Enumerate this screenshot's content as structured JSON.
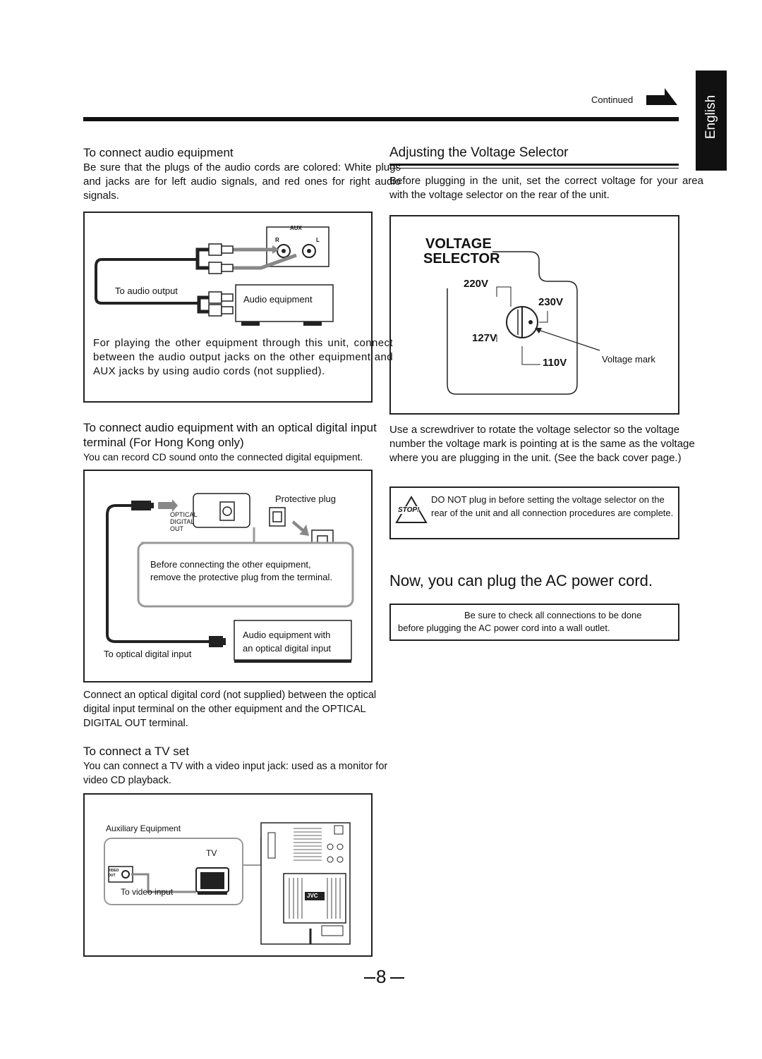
{
  "header": {
    "continued": "Continued",
    "language_tab": "English"
  },
  "audio": {
    "heading": "To connect audio equipment",
    "intro": "Be sure that the plugs of the audio cords are colored: White plugs and jacks are for left audio signals, and red ones for right audio signals.",
    "aux_label": "AUX",
    "r_label": "R",
    "l_label": "L",
    "to_audio_output": "To audio output",
    "audio_equipment": "Audio equipment",
    "note": "For playing the other equipment through this unit, connect between the audio output jacks on the other equipment and AUX jacks by using audio cords (not supplied)."
  },
  "optical": {
    "heading": "To connect audio equipment with an optical digital input terminal (For Hong Kong only)",
    "intro": "You can record CD sound onto the connected digital equipment.",
    "optical_label_1": "OPTICAL",
    "optical_label_2": "DIGITAL",
    "optical_label_3": "OUT",
    "protective_plug": "Protective plug",
    "before_note": "Before connecting the other equipment, remove the protective plug from the terminal.",
    "equipment_line1": "Audio equipment with",
    "equipment_line2": "an optical digital input",
    "to_optical_input": "To optical digital input",
    "caption": "Connect an optical digital cord (not supplied) between the optical digital input terminal on the other equipment and the OPTICAL DIGITAL OUT terminal."
  },
  "tv": {
    "heading": "To connect a TV set",
    "intro": "You can connect a TV with a video input jack: used as a monitor for video CD playback.",
    "auxiliary": "Auxiliary Equipment",
    "tv_label": "TV",
    "video_out_1": "VIDEO",
    "video_out_2": "OUT",
    "to_video_input": "To video input",
    "brand": "JVC"
  },
  "voltage": {
    "heading": "Adjusting the Voltage Selector",
    "intro": "Before plugging in the unit, set the correct voltage for your area with the voltage selector on the rear of the unit.",
    "title1": "VOLTAGE",
    "title2": "SELECTOR",
    "v220": "220V",
    "v230": "230V",
    "v127": "127V",
    "v110": "110V",
    "voltage_mark": "Voltage mark",
    "instruction": "Use a screwdriver to rotate the voltage selector so the voltage number the voltage mark is pointing at is the same as the voltage where you are plugging in the unit. (See the back cover page.)",
    "stop_label": "STOP!",
    "warning": "DO NOT plug in before setting the voltage selector on the rear of the unit and all connection procedures are complete."
  },
  "power": {
    "heading": "Now, you can plug the AC power cord.",
    "note_line1": "Be sure to check all connections to be done",
    "note_line2": "before plugging the AC power cord into a wall outlet."
  },
  "footer": {
    "page_number": "8"
  }
}
